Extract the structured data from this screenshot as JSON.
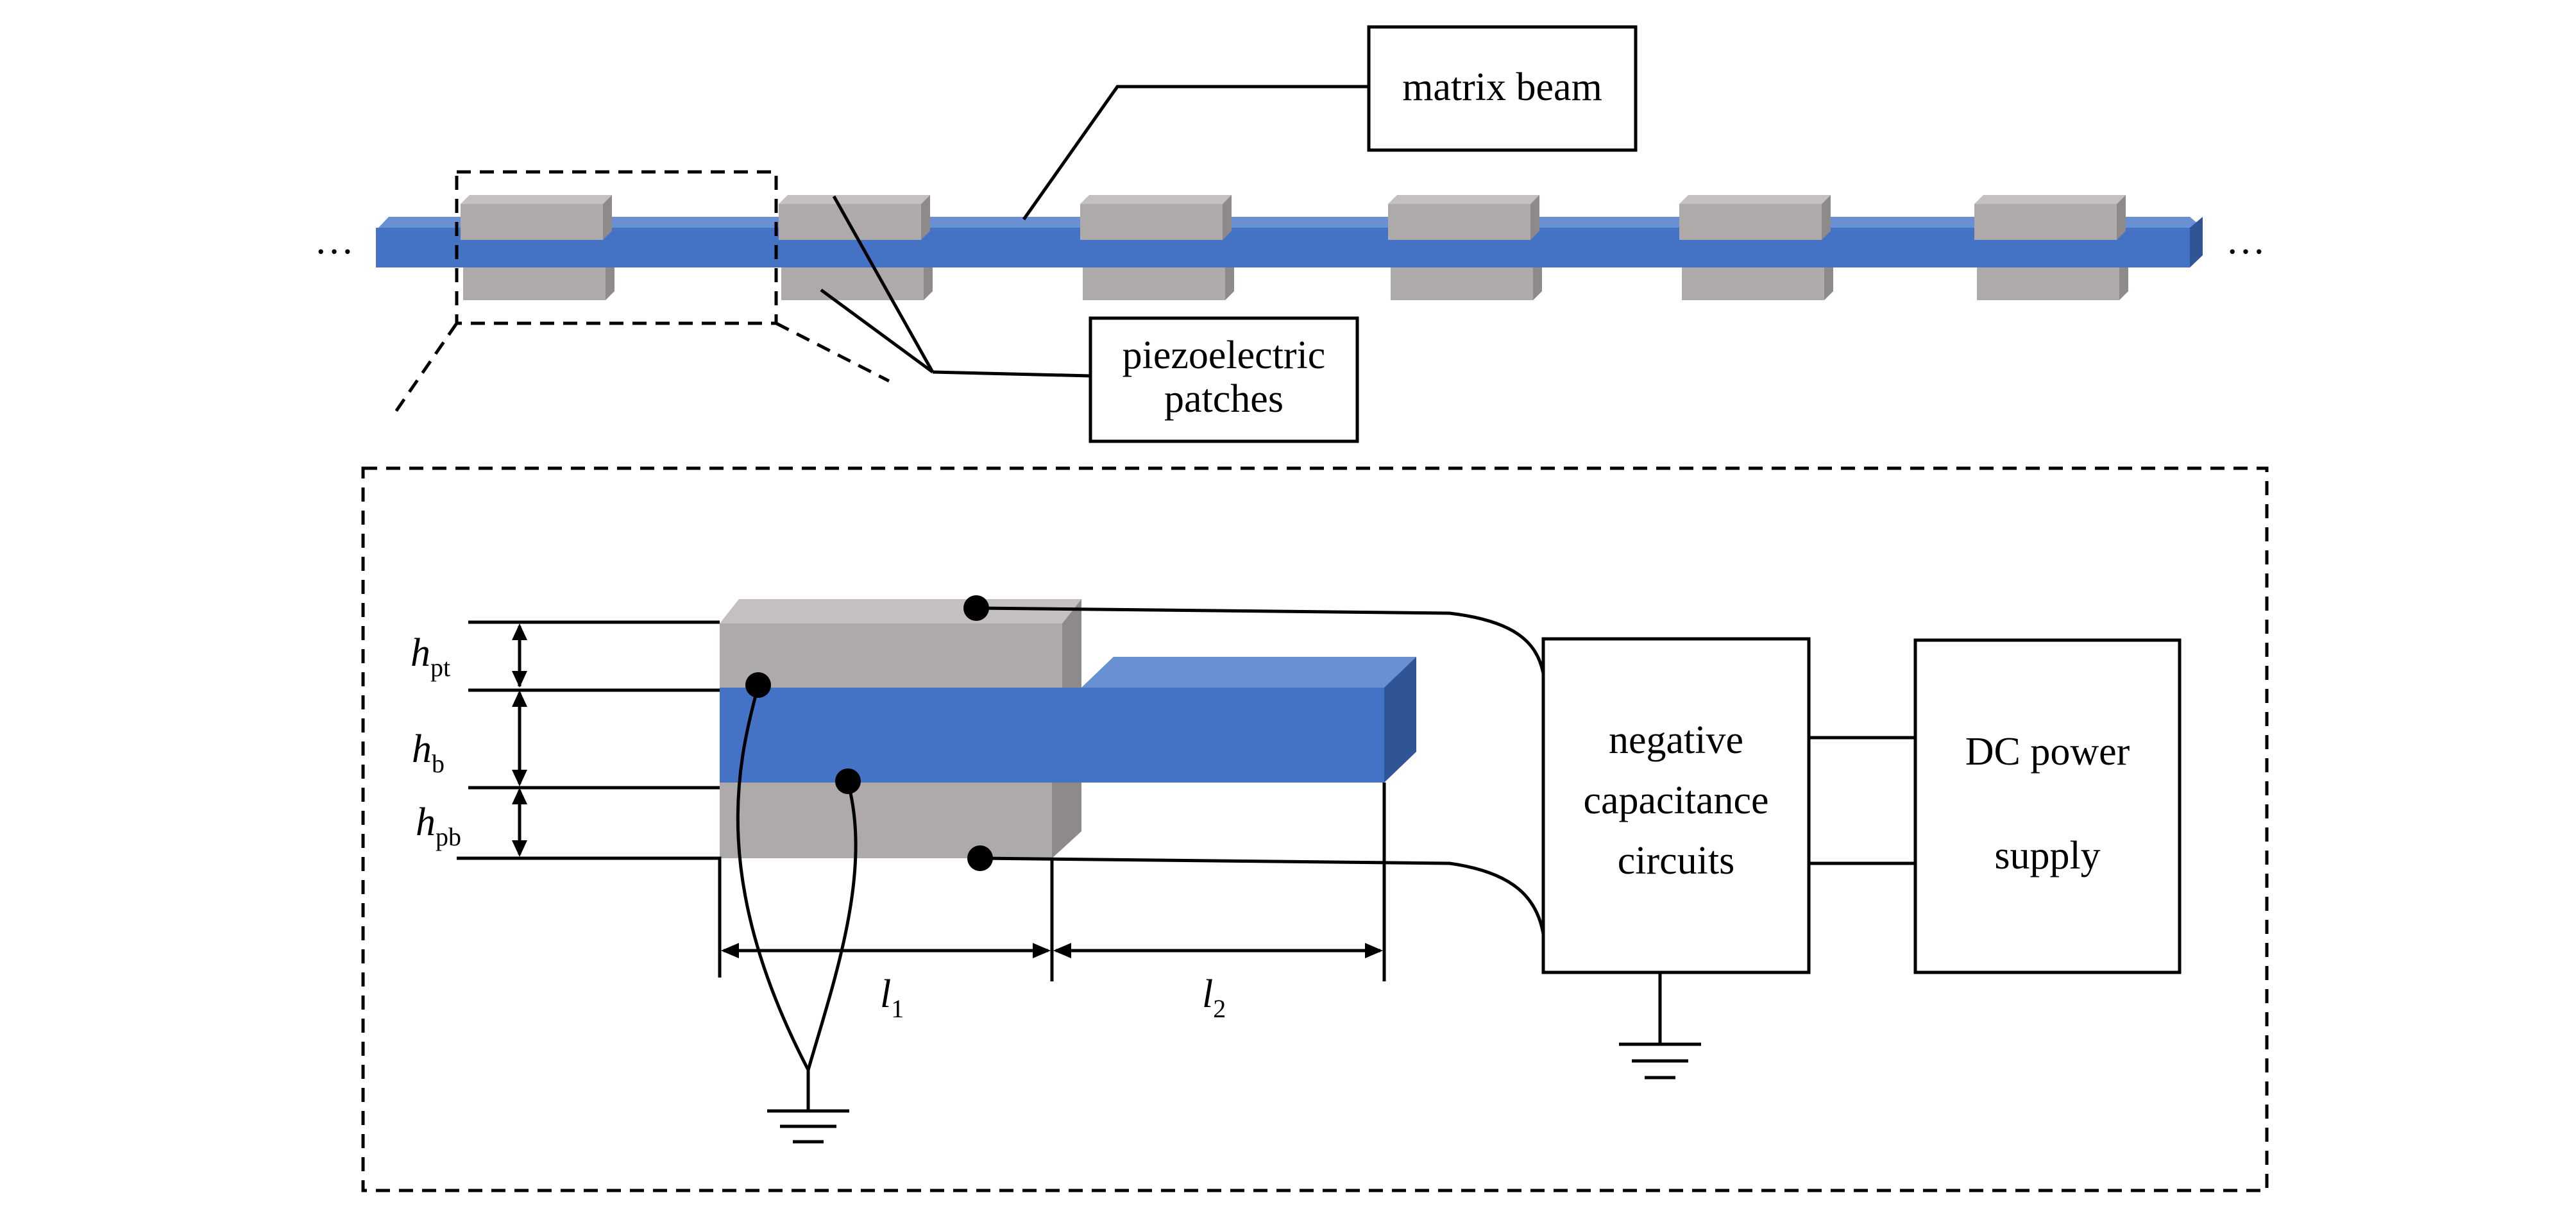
{
  "labels": {
    "matrix_beam": "matrix beam",
    "piezo_line1": "piezoelectric",
    "piezo_line2": "patches",
    "ellipsis": "…",
    "neg_cap_line1": "negative",
    "neg_cap_line2": "capacitance",
    "neg_cap_line3": "circuits",
    "dc_line1": "DC power",
    "dc_line2": "supply"
  },
  "dimensions": {
    "h_symbol": "h",
    "l_symbol": "l",
    "hpt_sub": "pt",
    "hb_sub": "b",
    "hpb_sub": "pb",
    "l1_sub": "1",
    "l2_sub": "2"
  },
  "colors": {
    "beam_front": "#4472c4",
    "beam_top": "#6a90d4",
    "beam_side": "#2f5597",
    "patch_front": "#aeaaaa",
    "patch_top": "#c4c0c0",
    "patch_side": "#8e8a8a"
  }
}
